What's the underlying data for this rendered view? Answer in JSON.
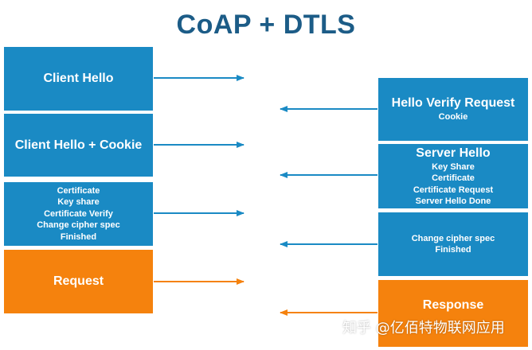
{
  "title": "CoAP + DTLS",
  "colors": {
    "blue": "#1a8ac4",
    "orange": "#f5820d",
    "title": "#1c5c87"
  },
  "client": {
    "client_hello": "Client Hello",
    "client_hello_cookie": "Client Hello + Cookie",
    "msg3_lines": [
      "Certificate",
      "Key share",
      "Certificate Verify",
      "Change cipher spec",
      "Finished"
    ],
    "request": "Request"
  },
  "server": {
    "hvr_title": "Hello Verify Request",
    "hvr_sub": "Cookie",
    "sh_title": "Server Hello",
    "sh_lines": [
      "Key Share",
      "Certificate",
      "Certificate Request",
      "Server Hello Done"
    ],
    "ccs_lines": [
      "Change cipher spec",
      "Finished"
    ],
    "response": "Response"
  },
  "watermark": "知乎 @亿佰特物联网应用"
}
